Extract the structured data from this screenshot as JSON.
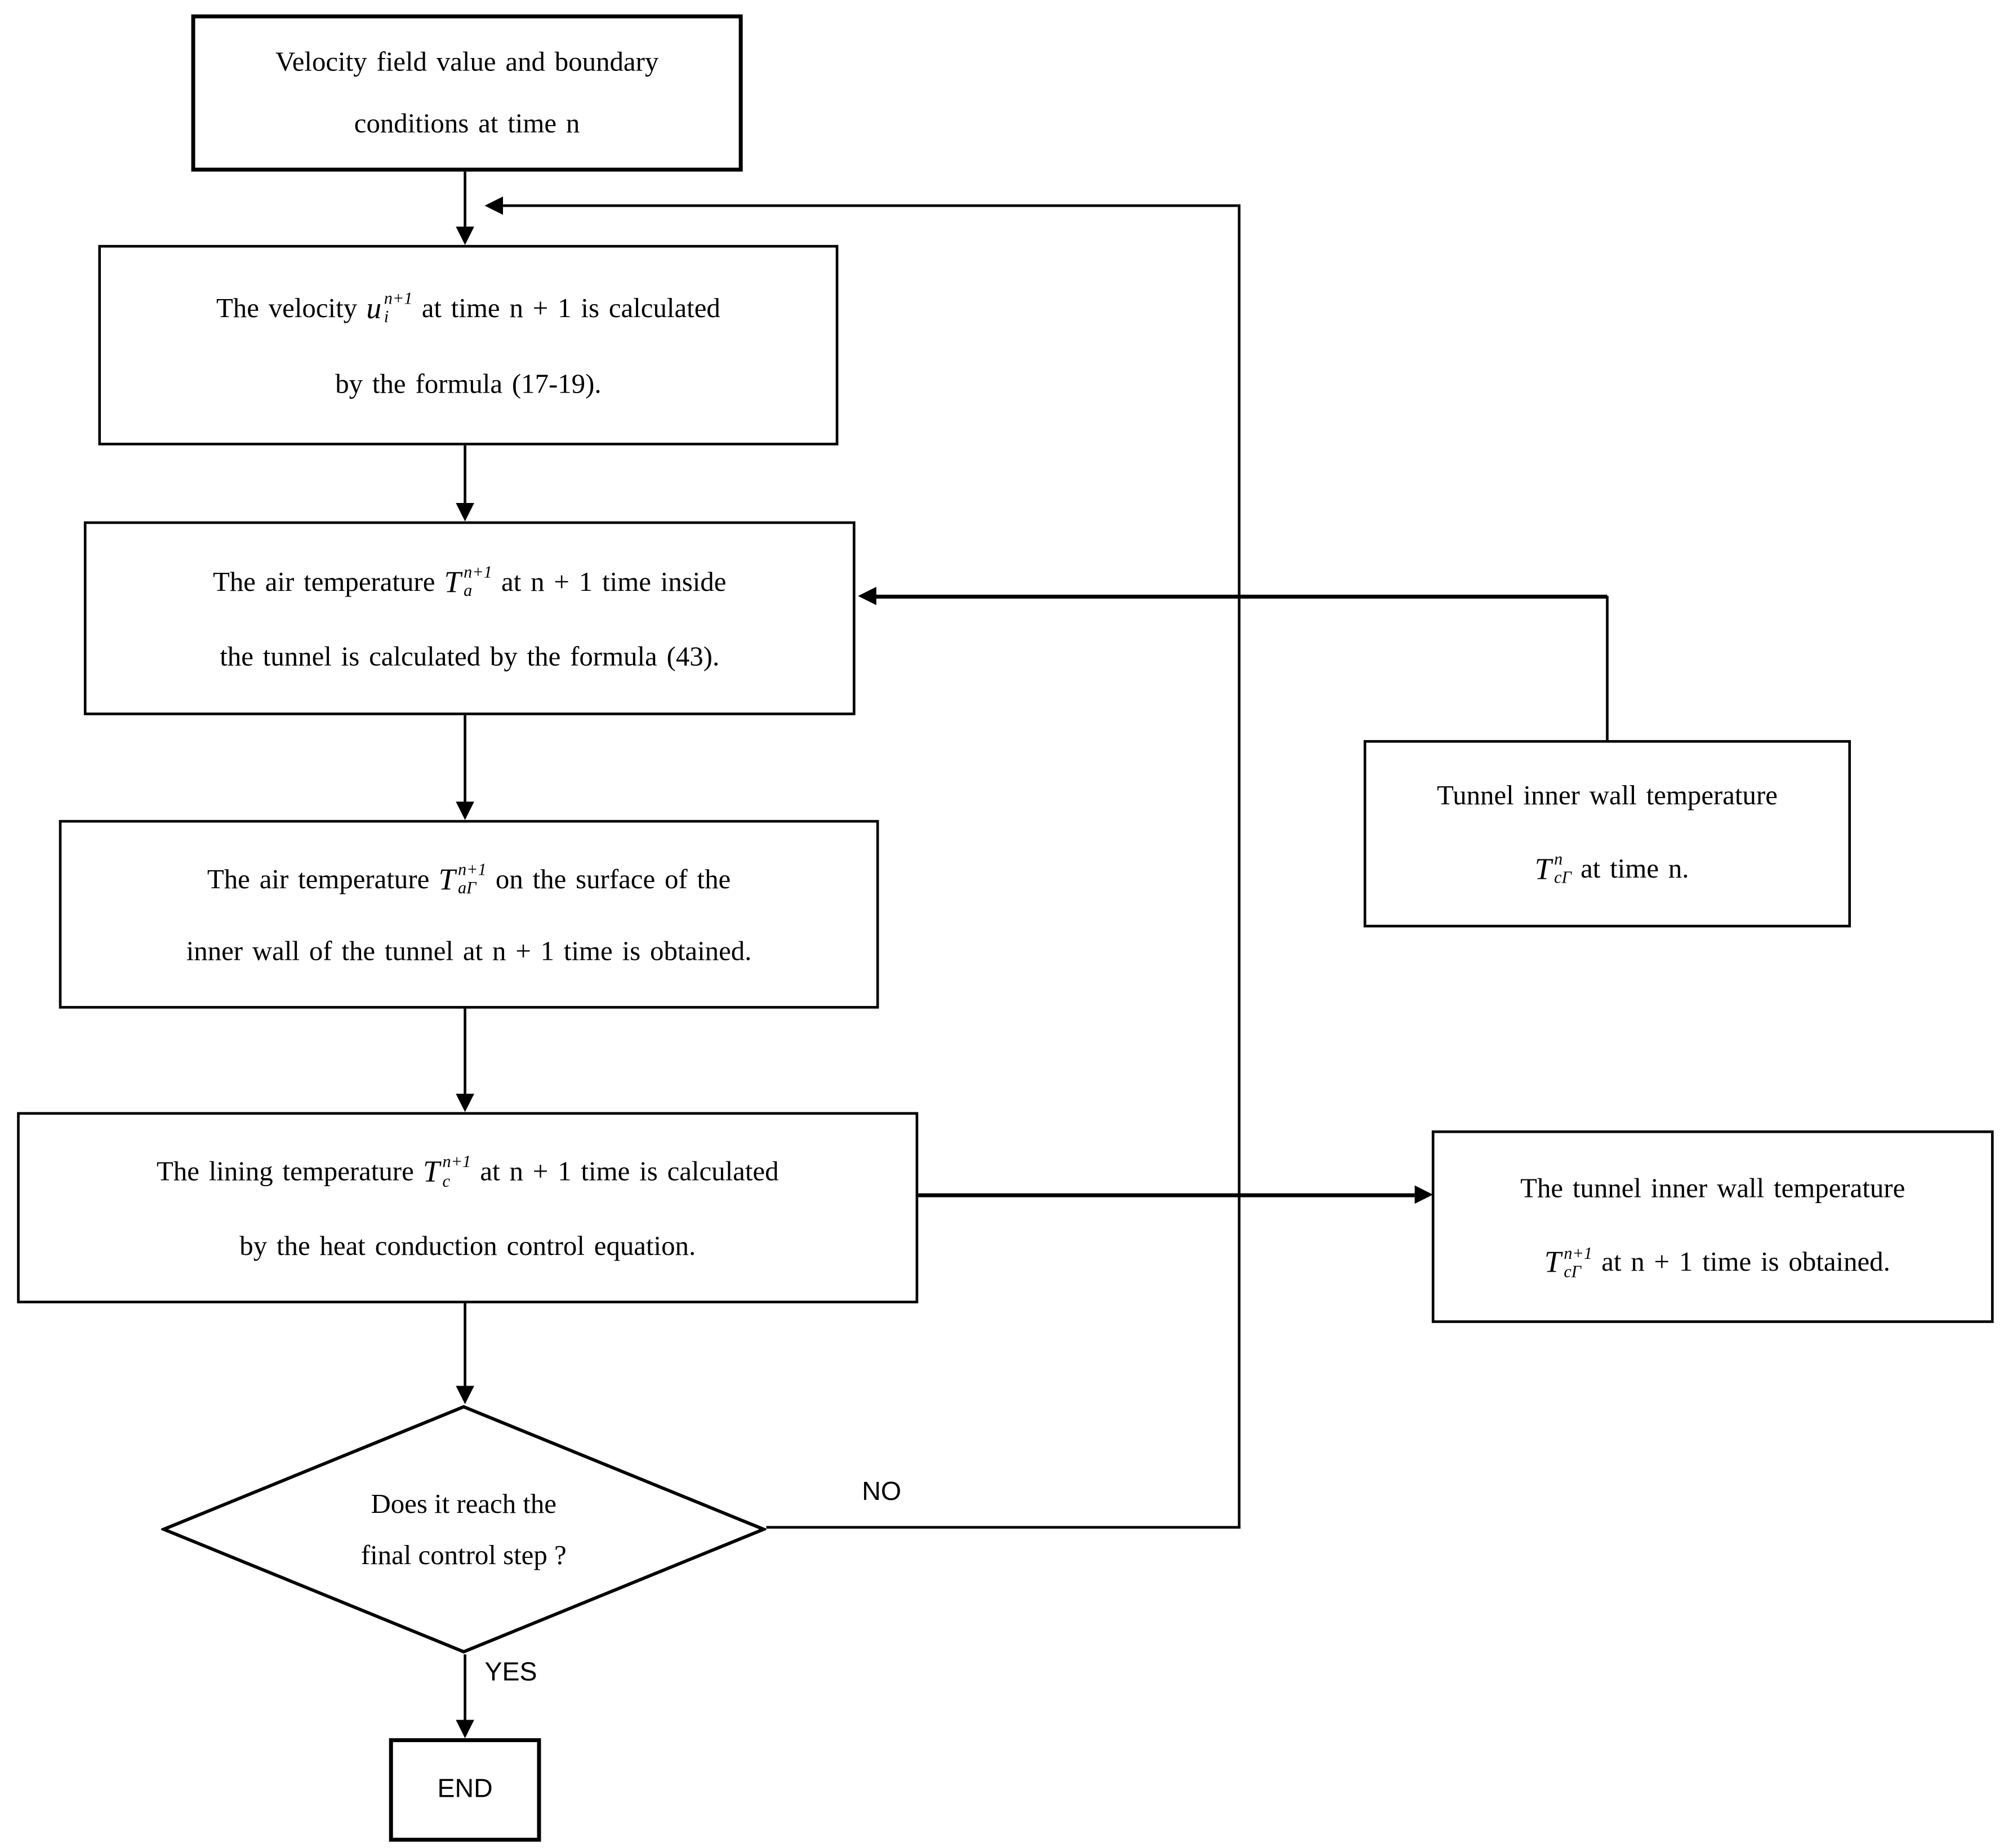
{
  "diagram": {
    "background": "#ffffff",
    "line_color": "#000000",
    "text_color": "#000000",
    "nodes": {
      "start": {
        "line1": "Velocity field value and boundary",
        "line2": "conditions at time n"
      },
      "velocity": {
        "pre": "The velocity",
        "sym": {
          "base": "u",
          "sup": "n+1",
          "sub": "i"
        },
        "post": "at time n + 1 is calculated",
        "line2": "by the formula (17-19)."
      },
      "air_temp": {
        "pre": "The air temperature",
        "sym": {
          "base": "T",
          "sup": "n+1",
          "sub": "a"
        },
        "post": "at n + 1 time inside",
        "line2": "the tunnel is calculated by the formula (43)."
      },
      "surface_temp": {
        "pre": "The air temperature",
        "sym": {
          "base": "T",
          "sup": "n+1",
          "sub": "aΓ"
        },
        "post": "on the surface of the",
        "line2": "inner wall of the tunnel at n + 1 time is obtained."
      },
      "lining_temp": {
        "pre": "The lining temperature",
        "sym": {
          "base": "T",
          "sup": "n+1",
          "sub": "c"
        },
        "post": "at n + 1 time is calculated",
        "line2": "by the heat conduction control equation."
      },
      "wall_temp_n": {
        "line1": "Tunnel inner wall temperature",
        "sym": {
          "base": "T",
          "sup": "n",
          "sub": "cΓ"
        },
        "post": "at time n."
      },
      "wall_temp_n1": {
        "line1": "The tunnel inner wall temperature",
        "sym": {
          "base": "T",
          "sup": "n+1",
          "sub": "cΓ"
        },
        "post": "at n + 1 time is obtained."
      },
      "decision": {
        "line1": "Does it reach the",
        "line2": "final control step ?"
      },
      "end": {
        "label": "END"
      }
    },
    "labels": {
      "yes": "YES",
      "no": "NO"
    }
  }
}
